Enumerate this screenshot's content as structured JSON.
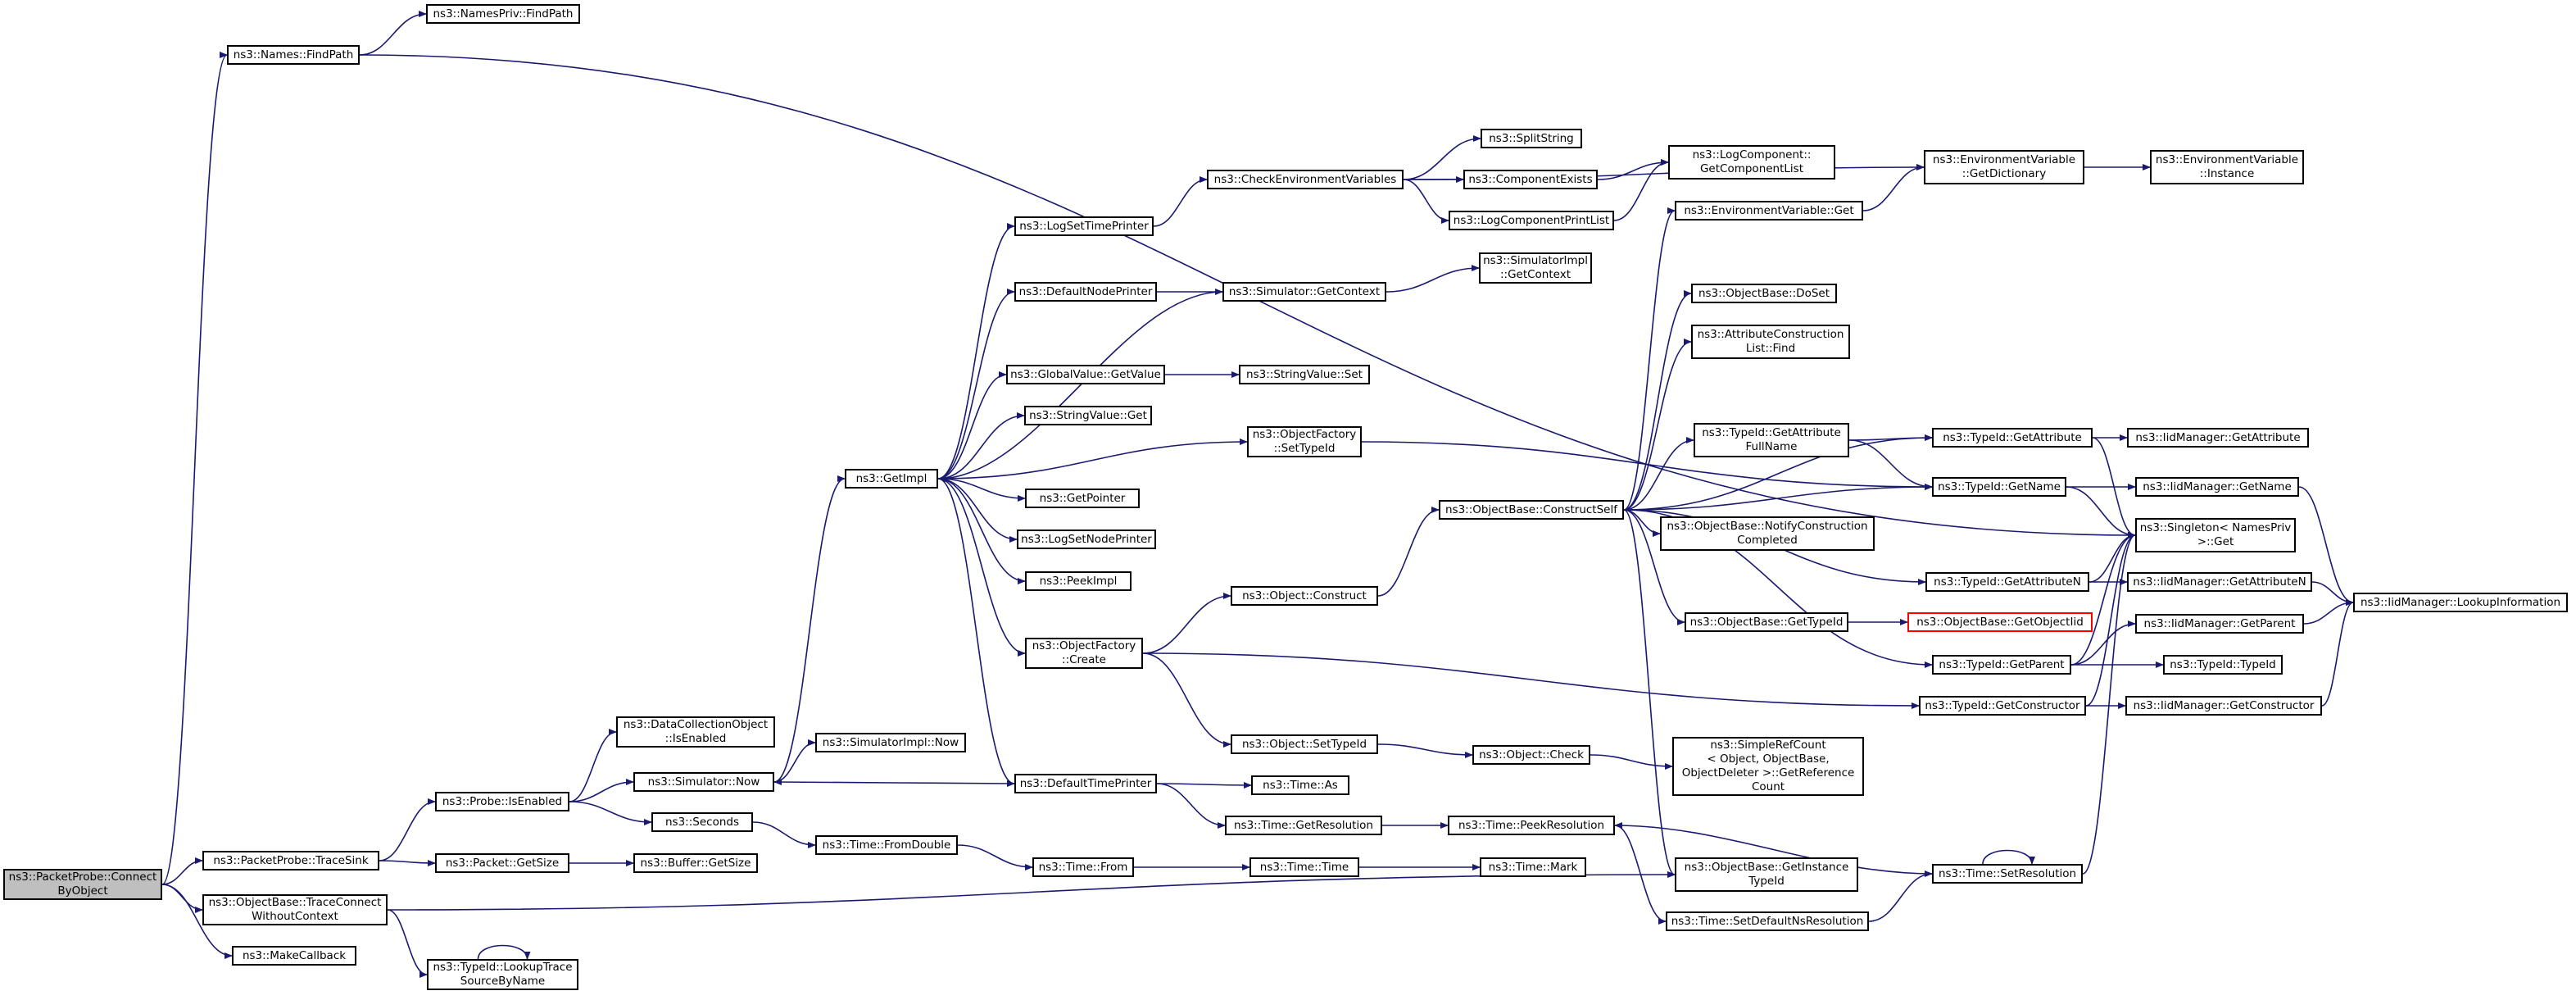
{
  "colors": {
    "edge": "#191970",
    "node_border": "#000000",
    "root_fill": "#bfbfbf",
    "missing_border": "#ff0000"
  },
  "nodes": {
    "root": [
      "ns3::PacketProbe::Connect",
      "ByObject"
    ],
    "names_findpath": [
      "ns3::Names::FindPath"
    ],
    "namespriv_findpath": [
      "ns3::NamesPriv::FindPath"
    ],
    "packetprobe_tracesink": [
      "ns3::PacketProbe::TraceSink"
    ],
    "objectbase_traceconnect": [
      "ns3::ObjectBase::TraceConnect",
      "WithoutContext"
    ],
    "makecallback": [
      "ns3::MakeCallback"
    ],
    "typeid_lookuptrace": [
      "ns3::TypeId::LookupTrace",
      "SourceByName"
    ],
    "probe_isenabled": [
      "ns3::Probe::IsEnabled"
    ],
    "packet_getsize": [
      "ns3::Packet::GetSize"
    ],
    "buffer_getsize": [
      "ns3::Buffer::GetSize"
    ],
    "datacollection_isenabled": [
      "ns3::DataCollectionObject",
      "::IsEnabled"
    ],
    "simulator_now": [
      "ns3::Simulator::Now"
    ],
    "seconds": [
      "ns3::Seconds"
    ],
    "simulatorimpl_now": [
      "ns3::SimulatorImpl::Now"
    ],
    "time_fromdouble": [
      "ns3::Time::FromDouble"
    ],
    "time_from": [
      "ns3::Time::From"
    ],
    "getimpl": [
      "ns3::GetImpl"
    ],
    "logsettimeprinter": [
      "ns3::LogSetTimePrinter"
    ],
    "defaultnodeprinter": [
      "ns3::DefaultNodePrinter"
    ],
    "globalvalue_getvalue": [
      "ns3::GlobalValue::GetValue"
    ],
    "stringvalue_get": [
      "ns3::StringValue::Get"
    ],
    "getpointer": [
      "ns3::GetPointer"
    ],
    "logsetnodeprinter": [
      "ns3::LogSetNodePrinter"
    ],
    "peekimpl": [
      "ns3::PeekImpl"
    ],
    "objectfactory_create": [
      "ns3::ObjectFactory",
      "::Create"
    ],
    "defaulttimeprinter": [
      "ns3::DefaultTimePrinter"
    ],
    "checkenv": [
      "ns3::CheckEnvironmentVariables"
    ],
    "simulator_getcontext": [
      "ns3::Simulator::GetContext"
    ],
    "stringvalue_set": [
      "ns3::StringValue::Set"
    ],
    "objectfactory_settypeid": [
      "ns3::ObjectFactory",
      "::SetTypeId"
    ],
    "object_construct": [
      "ns3::Object::Construct"
    ],
    "object_settypeid": [
      "ns3::Object::SetTypeId"
    ],
    "time_as": [
      "ns3::Time::As"
    ],
    "time_getresolution": [
      "ns3::Time::GetResolution"
    ],
    "time_time": [
      "ns3::Time::Time"
    ],
    "splitstring": [
      "ns3::SplitString"
    ],
    "componentexists": [
      "ns3::ComponentExists"
    ],
    "logcomponentprintlist": [
      "ns3::LogComponentPrintList"
    ],
    "simulatorimpl_getcontext": [
      "ns3::SimulatorImpl",
      "::GetContext"
    ],
    "objectbase_constructself": [
      "ns3::ObjectBase::ConstructSelf"
    ],
    "object_check": [
      "ns3::Object::Check"
    ],
    "time_peekresolution": [
      "ns3::Time::PeekResolution"
    ],
    "time_mark": [
      "ns3::Time::Mark"
    ],
    "time_setdefaultns": [
      "ns3::Time::SetDefaultNsResolution"
    ],
    "logcomponent_getlist": [
      "ns3::LogComponent::",
      "GetComponentList"
    ],
    "envvar_get": [
      "ns3::EnvironmentVariable::Get"
    ],
    "objectbase_doset": [
      "ns3::ObjectBase::DoSet"
    ],
    "attrconstruction_find": [
      "ns3::AttributeConstruction",
      "List::Find"
    ],
    "typeid_getattrfullname": [
      "ns3::TypeId::GetAttribute",
      "FullName"
    ],
    "objectbase_notifyconstruction": [
      "ns3::ObjectBase::NotifyConstruction",
      "Completed"
    ],
    "objectbase_gettypeid": [
      "ns3::ObjectBase::GetTypeId"
    ],
    "simplerefcount": [
      "ns3::SimpleRefCount",
      "< Object, ObjectBase,",
      "ObjectDeleter >::GetReference",
      "Count"
    ],
    "objectbase_getinstancetypeid": [
      "ns3::ObjectBase::GetInstance",
      "TypeId"
    ],
    "objectbase_getobjectiid": [
      "ns3::ObjectBase::GetObjectIid"
    ],
    "envvar_getdictionary": [
      "ns3::EnvironmentVariable",
      "::GetDictionary"
    ],
    "typeid_getattribute": [
      "ns3::TypeId::GetAttribute"
    ],
    "typeid_getname": [
      "ns3::TypeId::GetName"
    ],
    "typeid_getattributen": [
      "ns3::TypeId::GetAttributeN"
    ],
    "typeid_getparent": [
      "ns3::TypeId::GetParent"
    ],
    "typeid_getconstructor": [
      "ns3::TypeId::GetConstructor"
    ],
    "time_setresolution": [
      "ns3::Time::SetResolution"
    ],
    "envvar_instance": [
      "ns3::EnvironmentVariable",
      "::Instance"
    ],
    "iidmanager_getattribute": [
      "ns3::IidManager::GetAttribute"
    ],
    "iidmanager_getname": [
      "ns3::IidManager::GetName"
    ],
    "singleton_get": [
      "ns3::Singleton< NamesPriv",
      ">::Get"
    ],
    "iidmanager_getattributen": [
      "ns3::IidManager::GetAttributeN"
    ],
    "iidmanager_getparent": [
      "ns3::IidManager::GetParent"
    ],
    "typeid_typeid": [
      "ns3::TypeId::TypeId"
    ],
    "iidmanager_getconstructor": [
      "ns3::IidManager::GetConstructor"
    ],
    "iidmanager_lookupinfo": [
      "ns3::IidManager::LookupInformation"
    ]
  },
  "edges": [
    [
      "root",
      "names_findpath"
    ],
    [
      "root",
      "packetprobe_tracesink"
    ],
    [
      "root",
      "objectbase_traceconnect"
    ],
    [
      "root",
      "makecallback"
    ],
    [
      "names_findpath",
      "namespriv_findpath"
    ],
    [
      "names_findpath",
      "singleton_get"
    ],
    [
      "packetprobe_tracesink",
      "probe_isenabled"
    ],
    [
      "packetprobe_tracesink",
      "packet_getsize"
    ],
    [
      "objectbase_traceconnect",
      "typeid_lookuptrace"
    ],
    [
      "objectbase_traceconnect",
      "objectbase_getinstancetypeid"
    ],
    [
      "typeid_lookuptrace",
      "typeid_lookuptrace"
    ],
    [
      "packet_getsize",
      "buffer_getsize"
    ],
    [
      "probe_isenabled",
      "datacollection_isenabled"
    ],
    [
      "probe_isenabled",
      "simulator_now"
    ],
    [
      "probe_isenabled",
      "seconds"
    ],
    [
      "simulator_now",
      "getimpl"
    ],
    [
      "simulator_now",
      "simulatorimpl_now"
    ],
    [
      "seconds",
      "time_fromdouble"
    ],
    [
      "time_fromdouble",
      "time_from"
    ],
    [
      "time_from",
      "time_time"
    ],
    [
      "time_time",
      "time_mark"
    ],
    [
      "getimpl",
      "logsettimeprinter"
    ],
    [
      "getimpl",
      "defaultnodeprinter"
    ],
    [
      "getimpl",
      "globalvalue_getvalue"
    ],
    [
      "getimpl",
      "stringvalue_get"
    ],
    [
      "getimpl",
      "objectfactory_settypeid"
    ],
    [
      "getimpl",
      "getpointer"
    ],
    [
      "getimpl",
      "logsetnodeprinter"
    ],
    [
      "getimpl",
      "peekimpl"
    ],
    [
      "getimpl",
      "objectfactory_create"
    ],
    [
      "getimpl",
      "defaulttimeprinter"
    ],
    [
      "logsettimeprinter",
      "checkenv"
    ],
    [
      "checkenv",
      "splitstring"
    ],
    [
      "checkenv",
      "componentexists"
    ],
    [
      "checkenv",
      "logcomponentprintlist"
    ],
    [
      "checkenv",
      "envvar_getdictionary"
    ],
    [
      "componentexists",
      "logcomponent_getlist"
    ],
    [
      "logcomponentprintlist",
      "logcomponent_getlist"
    ],
    [
      "defaultnodeprinter",
      "simulator_getcontext"
    ],
    [
      "simulator_getcontext",
      "getimpl"
    ],
    [
      "simulator_getcontext",
      "simulatorimpl_getcontext"
    ],
    [
      "globalvalue_getvalue",
      "stringvalue_set"
    ],
    [
      "objectfactory_settypeid",
      "typeid_getname"
    ],
    [
      "objectfactory_create",
      "object_construct"
    ],
    [
      "objectfactory_create",
      "object_settypeid"
    ],
    [
      "objectfactory_create",
      "typeid_getconstructor"
    ],
    [
      "object_construct",
      "objectbase_constructself"
    ],
    [
      "object_settypeid",
      "object_check"
    ],
    [
      "object_check",
      "simplerefcount"
    ],
    [
      "defaulttimeprinter",
      "simulator_now"
    ],
    [
      "defaulttimeprinter",
      "time_as"
    ],
    [
      "defaulttimeprinter",
      "time_getresolution"
    ],
    [
      "time_getresolution",
      "time_peekresolution"
    ],
    [
      "time_peekresolution",
      "time_setdefaultns"
    ],
    [
      "time_setdefaultns",
      "time_setresolution"
    ],
    [
      "time_setresolution",
      "time_peekresolution"
    ],
    [
      "time_setresolution",
      "time_setresolution"
    ],
    [
      "time_setresolution",
      "singleton_get"
    ],
    [
      "objectbase_constructself",
      "envvar_get"
    ],
    [
      "objectbase_constructself",
      "objectbase_doset"
    ],
    [
      "objectbase_constructself",
      "attrconstruction_find"
    ],
    [
      "objectbase_constructself",
      "typeid_getattrfullname"
    ],
    [
      "objectbase_constructself",
      "typeid_getattribute"
    ],
    [
      "objectbase_constructself",
      "typeid_getname"
    ],
    [
      "objectbase_constructself",
      "objectbase_notifyconstruction"
    ],
    [
      "objectbase_constructself",
      "typeid_getattributen"
    ],
    [
      "objectbase_constructself",
      "objectbase_gettypeid"
    ],
    [
      "objectbase_constructself",
      "typeid_getparent"
    ],
    [
      "objectbase_constructself",
      "objectbase_getinstancetypeid"
    ],
    [
      "envvar_get",
      "envvar_getdictionary"
    ],
    [
      "envvar_getdictionary",
      "envvar_instance"
    ],
    [
      "typeid_getattrfullname",
      "typeid_getattribute"
    ],
    [
      "typeid_getattrfullname",
      "typeid_getname"
    ],
    [
      "objectbase_gettypeid",
      "objectbase_getobjectiid"
    ],
    [
      "typeid_getattribute",
      "iidmanager_getattribute"
    ],
    [
      "typeid_getattribute",
      "singleton_get"
    ],
    [
      "typeid_getname",
      "iidmanager_getname"
    ],
    [
      "typeid_getname",
      "singleton_get"
    ],
    [
      "typeid_getattributen",
      "iidmanager_getattributen"
    ],
    [
      "typeid_getattributen",
      "singleton_get"
    ],
    [
      "typeid_getparent",
      "iidmanager_getparent"
    ],
    [
      "typeid_getparent",
      "typeid_typeid"
    ],
    [
      "typeid_getparent",
      "singleton_get"
    ],
    [
      "typeid_getconstructor",
      "iidmanager_getconstructor"
    ],
    [
      "typeid_getconstructor",
      "singleton_get"
    ],
    [
      "iidmanager_getname",
      "iidmanager_lookupinfo"
    ],
    [
      "iidmanager_getattributen",
      "iidmanager_lookupinfo"
    ],
    [
      "iidmanager_getparent",
      "iidmanager_lookupinfo"
    ],
    [
      "iidmanager_getconstructor",
      "iidmanager_lookupinfo"
    ]
  ]
}
